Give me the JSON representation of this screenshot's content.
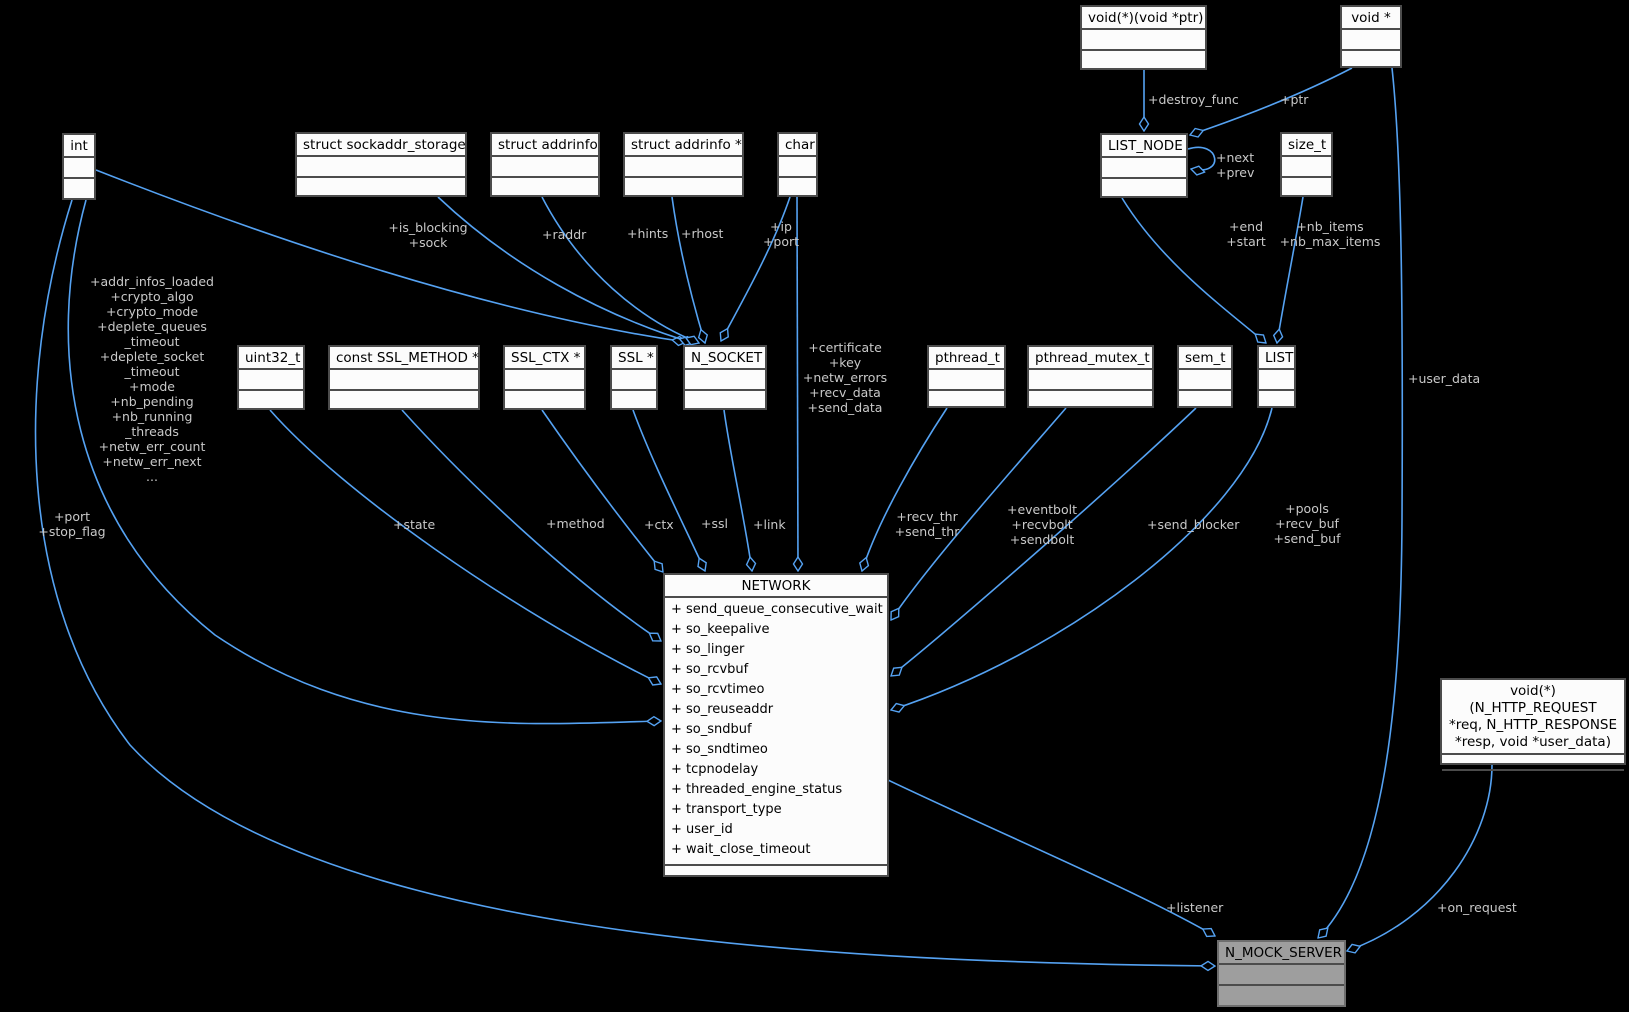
{
  "diagram": {
    "type": "uml-collaboration-diagram",
    "background_color": "#000000",
    "edge_color": "#55a2f2",
    "edge_label_color": "#c9c9c9",
    "node_fill": "#fcfcfc",
    "node_border": "#4c4c4c",
    "highlighted_node_fill": "#9e9e9e"
  },
  "nodes": {
    "void_ptr_fn": {
      "title": "void(*)(void *ptr)"
    },
    "void_star": {
      "title": "void *"
    },
    "int": {
      "title": "int"
    },
    "sockaddr": {
      "title": "struct sockaddr_storage"
    },
    "addrinfo": {
      "title": "struct addrinfo"
    },
    "addrinfo_ptr": {
      "title": "struct addrinfo *"
    },
    "char": {
      "title": "char"
    },
    "list_node": {
      "title": "LIST_NODE"
    },
    "size_t": {
      "title": "size_t"
    },
    "uint32": {
      "title": "uint32_t"
    },
    "ssl_method": {
      "title": "const SSL_METHOD *"
    },
    "ssl_ctx": {
      "title": "SSL_CTX *"
    },
    "ssl": {
      "title": "SSL *"
    },
    "n_socket": {
      "title": "N_SOCKET"
    },
    "pthread": {
      "title": "pthread_t"
    },
    "pthread_mutex": {
      "title": "pthread_mutex_t"
    },
    "sem": {
      "title": "sem_t"
    },
    "list": {
      "title": "LIST"
    },
    "n_mock_server": {
      "title": "N_MOCK_SERVER"
    },
    "http_fn": {
      "title": "void(*)(N_HTTP_REQUEST\n*req, N_HTTP_RESPONSE\n*resp, void *user_data)"
    },
    "network": {
      "title": "NETWORK",
      "attrs": [
        "+  send_queue_consecutive_wait",
        "+  so_keepalive",
        "+  so_linger",
        "+  so_rcvbuf",
        "+  so_rcvtimeo",
        "+  so_reuseaddr",
        "+  so_sndbuf",
        "+  so_sndtimeo",
        "+  tcpnodelay",
        "+  threaded_engine_status",
        "+  transport_type",
        "+  user_id",
        "+  wait_close_timeout"
      ]
    }
  },
  "labels": {
    "destroy_func": "+destroy_func",
    "ptr": "+ptr",
    "next_prev": "+next\n+prev",
    "end_start": "+end\n+start",
    "nb_items": "+nb_items\n+nb_max_items",
    "is_blocking_sock": "+is_blocking\n+sock",
    "raddr": "+raddr",
    "hints": "+hints",
    "rhost": "+rhost",
    "ip_port": "+ip\n+port",
    "int_fields": "+addr_infos_loaded\n+crypto_algo\n+crypto_mode\n+deplete_queues\n_timeout\n+deplete_socket\n_timeout\n+mode\n+nb_pending\n+nb_running\n_threads\n+netw_err_count\n+netw_err_next\n...",
    "cert_block": "+certificate\n+key\n+netw_errors\n+recv_data\n+send_data",
    "port_stop_flag": "+port\n+stop_flag",
    "state": "+state",
    "method": "+method",
    "ctx": "+ctx",
    "ssl": "+ssl",
    "link": "+link",
    "recv_send_thr": "+recv_thr\n+send_thr",
    "bolts": "+eventbolt\n+recvbolt\n+sendbolt",
    "send_blocker": "+send_blocker",
    "pools": "+pools\n+recv_buf\n+send_buf",
    "user_data": "+user_data",
    "listener": "+listener",
    "on_request": "+on_request"
  }
}
